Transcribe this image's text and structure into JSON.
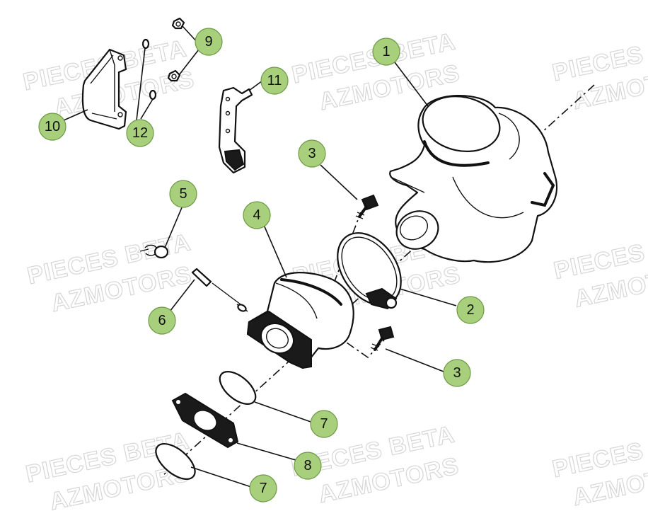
{
  "watermark": {
    "line1": "PIECES BETA",
    "line2": "AZMOTORS"
  },
  "callouts": [
    {
      "id": "c1",
      "number": "1"
    },
    {
      "id": "c2",
      "number": "2"
    },
    {
      "id": "c3a",
      "number": "3"
    },
    {
      "id": "c3b",
      "number": "3"
    },
    {
      "id": "c4",
      "number": "4"
    },
    {
      "id": "c5",
      "number": "5"
    },
    {
      "id": "c6",
      "number": "6"
    },
    {
      "id": "c7a",
      "number": "7"
    },
    {
      "id": "c7b",
      "number": "7"
    },
    {
      "id": "c8",
      "number": "8"
    },
    {
      "id": "c9",
      "number": "9"
    },
    {
      "id": "c10",
      "number": "10"
    },
    {
      "id": "c11",
      "number": "11"
    },
    {
      "id": "c12",
      "number": "12"
    }
  ],
  "colors": {
    "callout_fill": "#a8cf7c",
    "callout_stroke": "#6d9a45",
    "line": "#111111",
    "watermark": "#d6d6d6"
  }
}
